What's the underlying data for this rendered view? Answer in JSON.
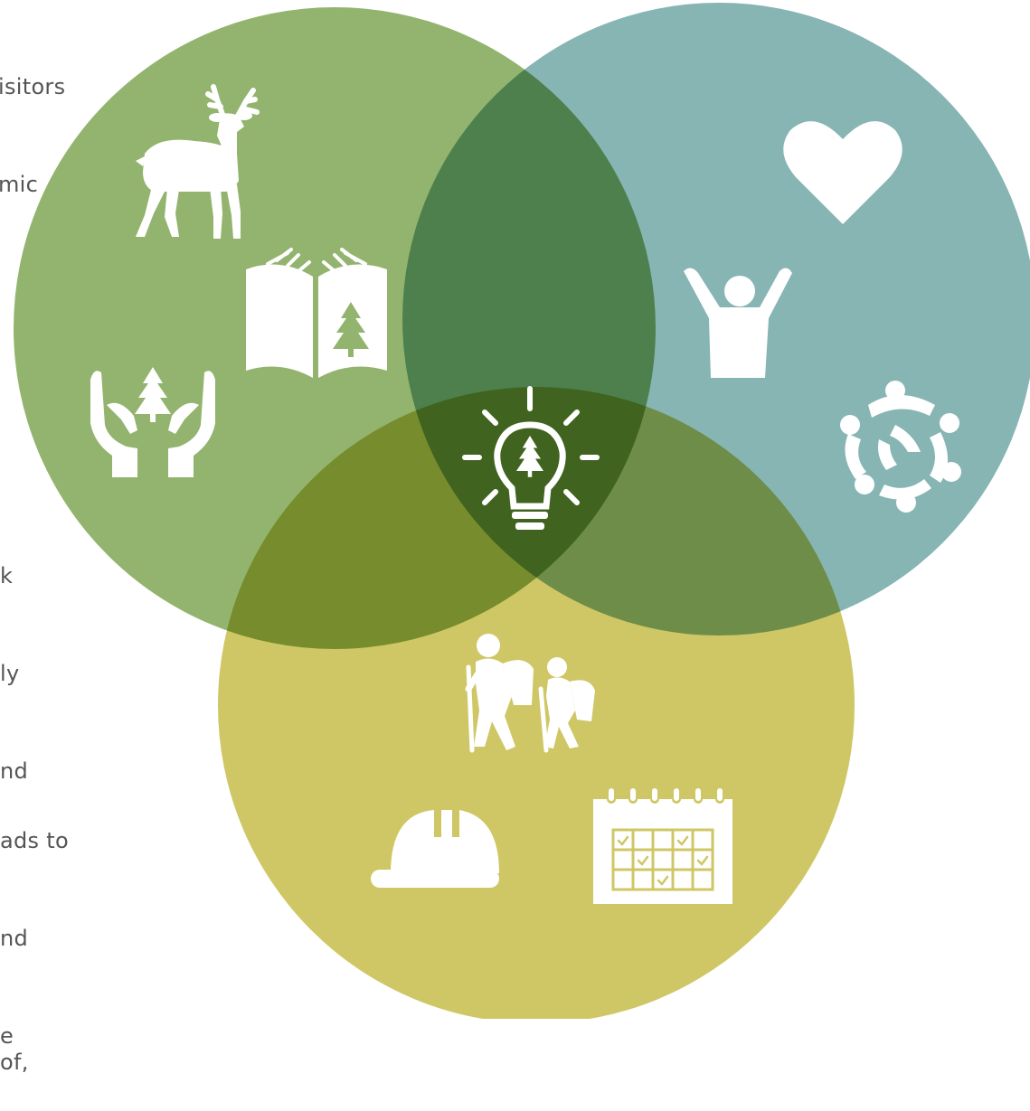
{
  "colors": {
    "background": "#ffffff",
    "green_circle": "#93b46e",
    "teal_circle": "#87b5b4",
    "yellow_circle": "#cfc765",
    "icon": "#ffffff",
    "text": "#555555"
  },
  "left_text": [
    {
      "lines": [
        "isitors",
        "mic"
      ]
    },
    {
      "lines": [
        "k",
        "ly",
        "nd"
      ]
    },
    {
      "lines": [
        "ads to",
        "nd",
        "e"
      ]
    },
    {
      "lines": [
        "of,"
      ]
    }
  ],
  "circles": [
    {
      "id": "environment",
      "color_key": "green_circle",
      "icons": [
        "deer-icon",
        "book-tree-icon",
        "hands-tree-icon"
      ]
    },
    {
      "id": "wellbeing",
      "color_key": "teal_circle",
      "icons": [
        "heart-icon",
        "person-arms-raised-icon",
        "community-circle-icon"
      ]
    },
    {
      "id": "activity",
      "color_key": "yellow_circle",
      "icons": [
        "hikers-icon",
        "hard-hat-icon",
        "calendar-icon"
      ]
    }
  ],
  "center_icon": "lightbulb-tree-icon"
}
